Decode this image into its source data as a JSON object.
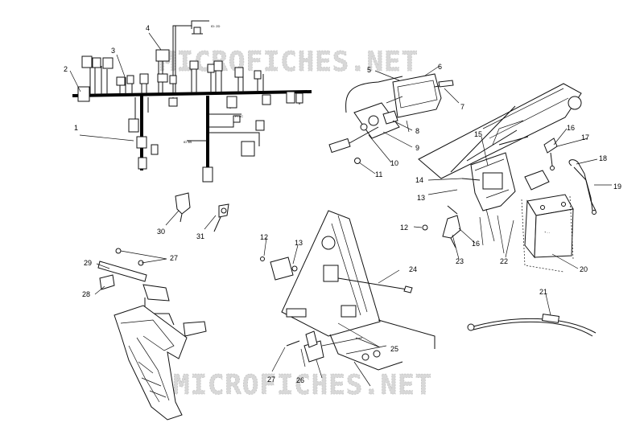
{
  "watermark": {
    "top": "MICROFICHES.NET",
    "bottom": "MICROFICHES.NET"
  },
  "callouts": {
    "c1": "1",
    "c2": "2",
    "c3": "3",
    "c4": "4",
    "c5": "5",
    "c6": "6",
    "c7": "7",
    "c8": "8",
    "c9": "9",
    "c10": "10",
    "c11": "11",
    "c12a": "12",
    "c12b": "12",
    "c13a": "13",
    "c13b": "13",
    "c14": "14",
    "c15": "15",
    "c16a": "16",
    "c16b": "16",
    "c17": "17",
    "c18": "18",
    "c19": "19",
    "c20": "20",
    "c21": "21",
    "c22": "22",
    "c23": "23",
    "c24": "24",
    "c25": "25",
    "c26": "26",
    "c27a": "27",
    "c27b": "27",
    "c28": "28",
    "c29": "29",
    "c30": "30",
    "c31": "31"
  }
}
